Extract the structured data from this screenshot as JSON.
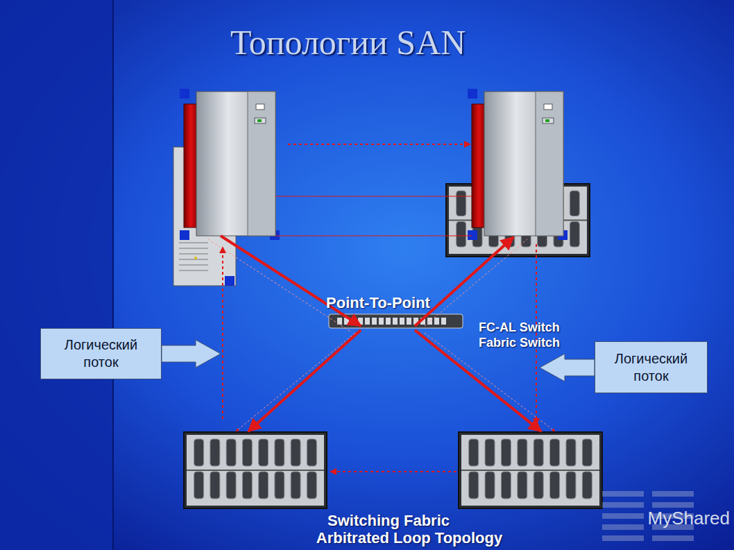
{
  "diagram": {
    "title": "Топологии SAN",
    "nodes": [
      {
        "text": [
          "Логический поток"
        ]
      },
      {
        "text": [
          "Логический поток"
        ]
      }
    ],
    "labels": [
      "Point-To-Point",
      "FC-AL Switch",
      "Fabric Switch",
      "Switching Fabric",
      "Arbitrated Loop Topology",
      "MyShared"
    ]
  }
}
